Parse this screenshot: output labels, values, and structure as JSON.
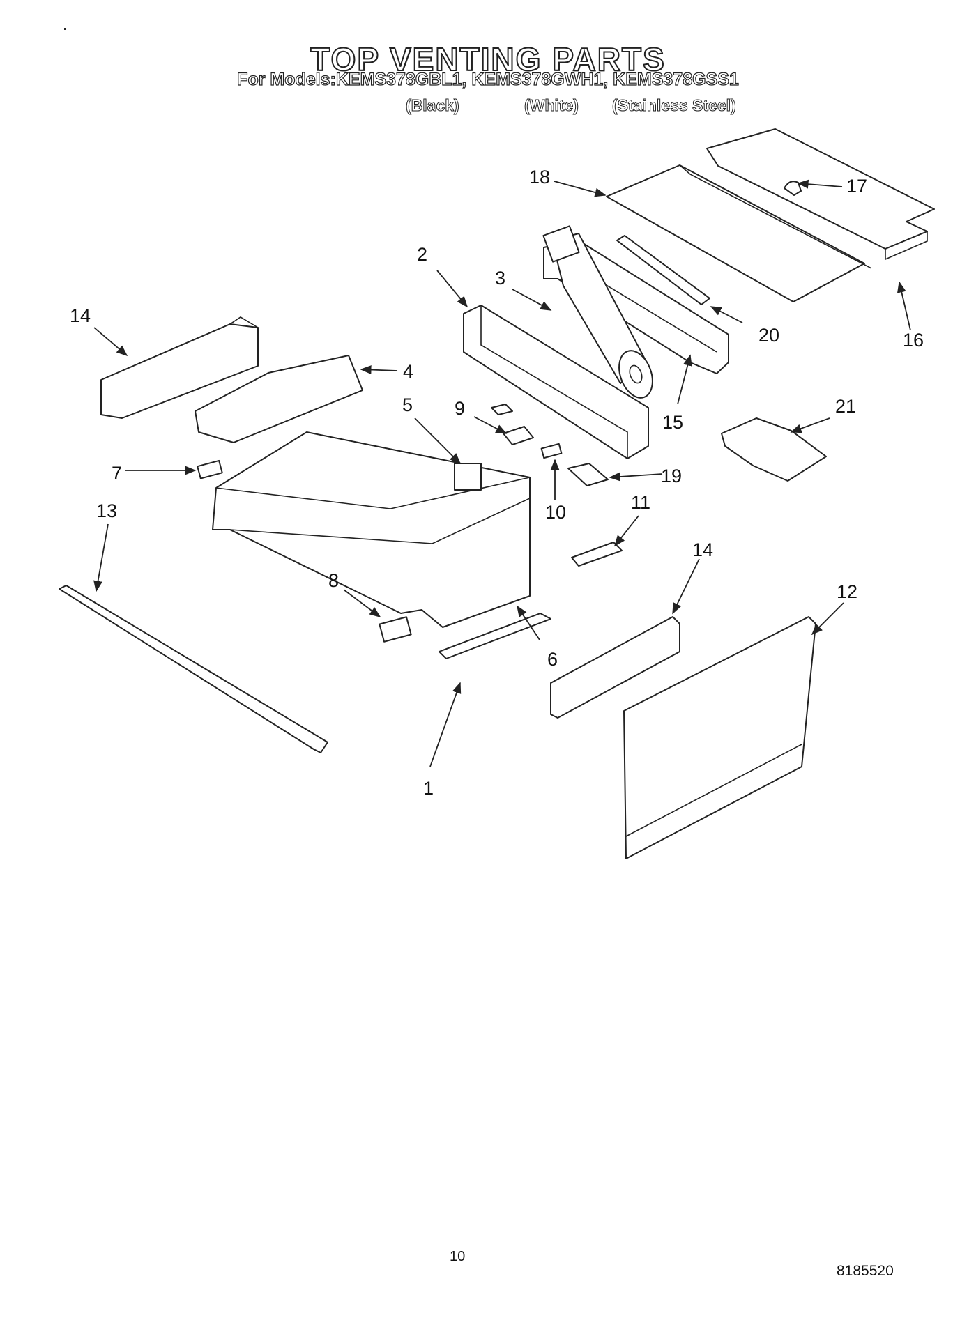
{
  "header": {
    "title": "TOP VENTING PARTS",
    "models_line": "For Models:KEMS378GBL1, KEMS378GWH1, KEMS378GSS1",
    "variants": [
      "(Black)",
      "(White)",
      "(Stainless Steel)"
    ]
  },
  "callouts": [
    "1",
    "2",
    "3",
    "4",
    "5",
    "6",
    "7",
    "8",
    "9",
    "10",
    "11",
    "12",
    "13",
    "14",
    "15",
    "16",
    "17",
    "18",
    "19",
    "20",
    "21"
  ],
  "footer": {
    "page_number": "10",
    "document_number": "8185520"
  }
}
